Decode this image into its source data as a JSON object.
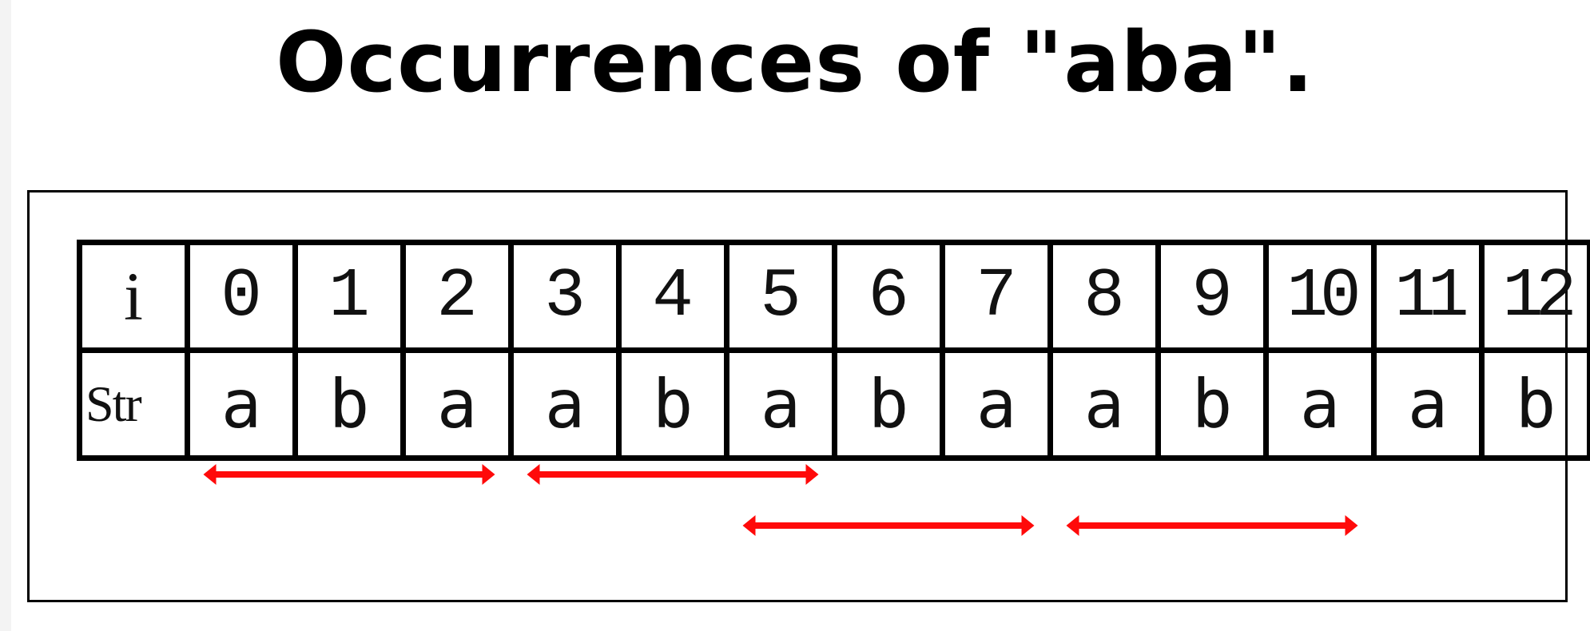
{
  "title": "Occurrences of \"aba\".",
  "table": {
    "index_header": "i",
    "string_header": "Str",
    "indices": [
      "0",
      "1",
      "2",
      "3",
      "4",
      "5",
      "6",
      "7",
      "8",
      "9",
      "10",
      "11",
      "12"
    ],
    "characters": [
      "a",
      "b",
      "a",
      "a",
      "b",
      "a",
      "b",
      "a",
      "a",
      "b",
      "a",
      "a",
      "b"
    ]
  },
  "occurrences": [
    {
      "start": 0,
      "end": 2,
      "lane": 1
    },
    {
      "start": 3,
      "end": 5,
      "lane": 1
    },
    {
      "start": 5,
      "end": 7,
      "lane": 2
    },
    {
      "start": 8,
      "end": 10,
      "lane": 2
    }
  ],
  "colors": {
    "arrow": "#ff0a0a",
    "grid": "#000000"
  }
}
